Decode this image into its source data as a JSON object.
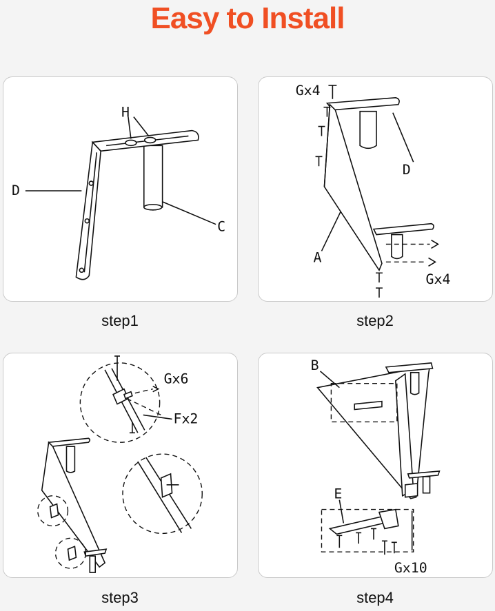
{
  "title": "Easy to Install",
  "colors": {
    "title": "#f04f23",
    "background": "#f4f4f4",
    "panel": "#ffffff"
  },
  "steps": [
    {
      "caption": "step1",
      "labels": {
        "h": "H",
        "d": "D",
        "c": "C"
      }
    },
    {
      "caption": "step2",
      "labels": {
        "g_top": "Gx4",
        "d": "D",
        "a": "A",
        "g_bottom": "Gx4"
      }
    },
    {
      "caption": "step3",
      "labels": {
        "g": "Gx6",
        "f": "Fx2"
      }
    },
    {
      "caption": "step4",
      "labels": {
        "b": "B",
        "e": "E",
        "g": "Gx10"
      }
    }
  ]
}
